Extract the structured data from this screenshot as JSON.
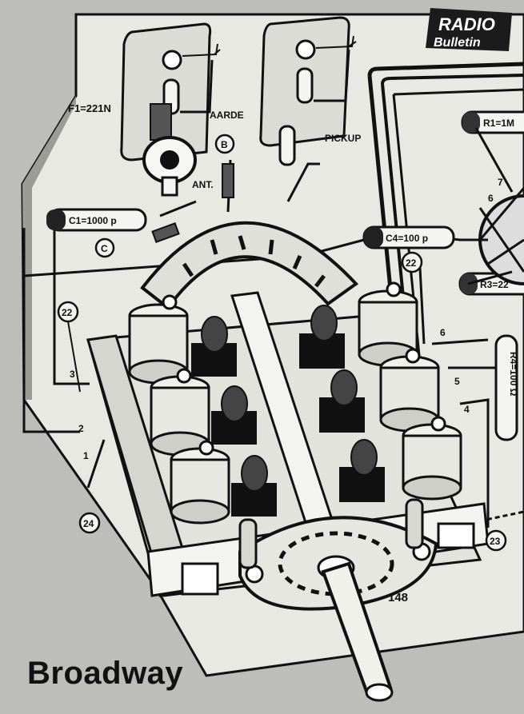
{
  "logo": {
    "line1": "RADIO",
    "line2": "Bulletin"
  },
  "labels": {
    "f1": "F1=221N",
    "aarde": "AARDE",
    "pickup": "PICKUP",
    "ant": "ANT.",
    "c1": "C1=1000 p",
    "c4": "C4=100 p",
    "r1": "R1=1M",
    "r3": "R3=22",
    "r4": "R4=100 Ω",
    "b": "B",
    "c": "C",
    "n148": "148"
  },
  "markers": [
    "22",
    "22",
    "23",
    "24"
  ],
  "terminals": [
    "1",
    "2",
    "3",
    "4",
    "5",
    "6",
    "6",
    "7"
  ],
  "caption": "Broadway"
}
